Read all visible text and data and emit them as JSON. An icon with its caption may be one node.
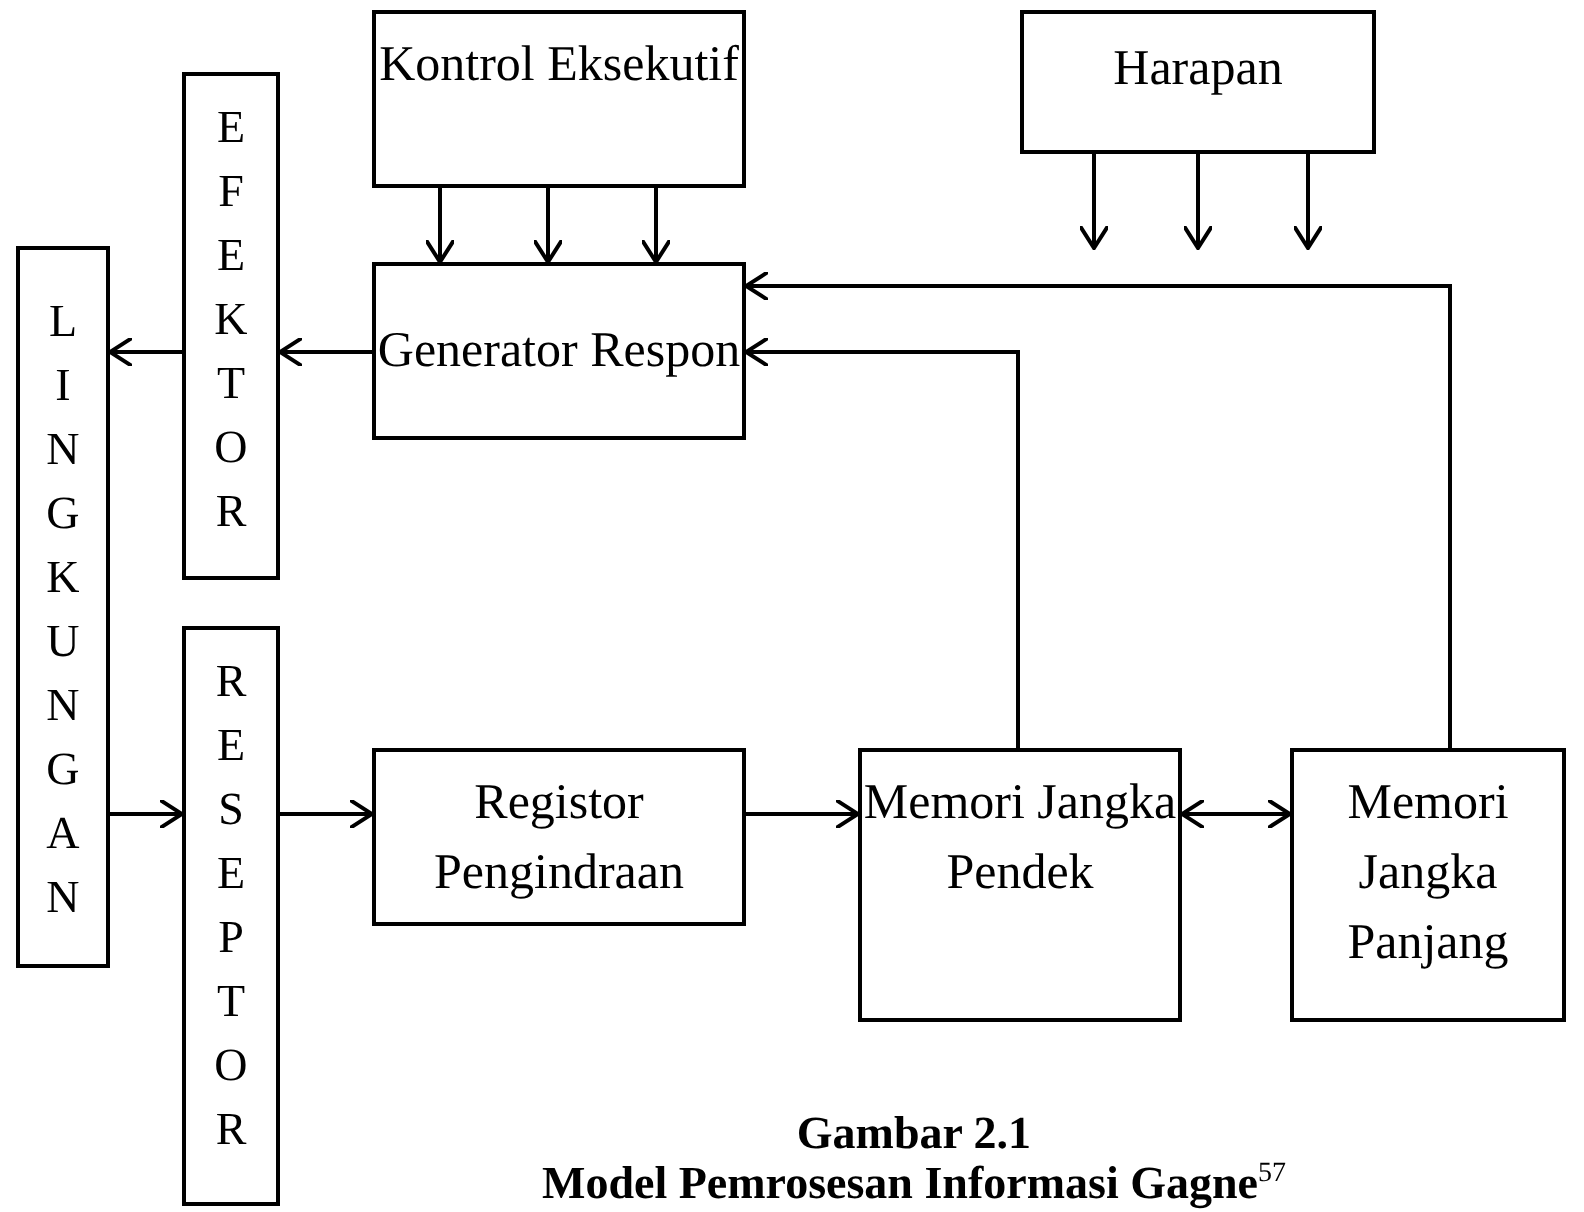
{
  "diagram": {
    "title": "Gambar 2.1",
    "caption": "Model Pemrosesan Informasi Gagne$^{57}$",
    "nodes": [
      {
        "text": [
          "Kontrol Eksekutif"
        ]
      },
      {
        "text": [
          "Harapan"
        ]
      },
      {
        "text": [
          "EFEKTOR"
        ]
      },
      {
        "text": [
          "Generator Respon"
        ]
      },
      {
        "text": [
          "LINGKUNGAN"
        ]
      },
      {
        "text": [
          "RESEPTOR"
        ]
      },
      {
        "text": [
          "Registor Pengindraan"
        ]
      },
      {
        "text": [
          "Memori Jangka Pendek"
        ]
      },
      {
        "text": [
          "Memori Jangka Panjang"
        ]
      }
    ],
    "edges": [
      {
        "from": 0,
        "to": 3,
        "arrow": "to"
      },
      {
        "from": 0,
        "to": 3,
        "arrow": "to"
      },
      {
        "from": 0,
        "to": 3,
        "arrow": "to"
      },
      {
        "from": 1,
        "to": null,
        "arrow": "to"
      },
      {
        "from": 1,
        "to": null,
        "arrow": "to"
      },
      {
        "from": 1,
        "to": null,
        "arrow": "to"
      },
      {
        "from": 3,
        "to": 2,
        "arrow": "to"
      },
      {
        "from": 2,
        "to": 4,
        "arrow": "to"
      },
      {
        "from": 4,
        "to": 5,
        "arrow": "to"
      },
      {
        "from": 5,
        "to": 6,
        "arrow": "to"
      },
      {
        "from": 6,
        "to": 7,
        "arrow": "to"
      },
      {
        "from": 7,
        "to": 8,
        "arrow": "both"
      },
      {
        "from": 7,
        "to": 3,
        "arrow": "to"
      },
      {
        "from": 8,
        "to": 3,
        "arrow": "to"
      }
    ]
  }
}
